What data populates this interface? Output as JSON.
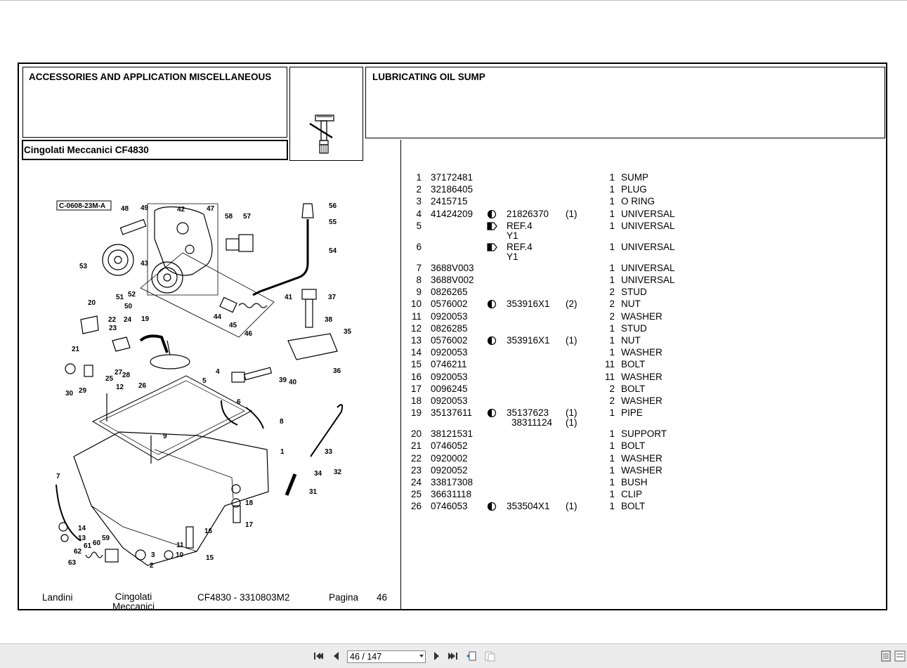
{
  "header": {
    "section_title": "ACCESSORIES AND APPLICATION MISCELLANEOUS",
    "group_title": "LUBRICATING OIL SUMP",
    "model_label": "Cingolati Meccanici CF4830"
  },
  "diagram": {
    "ref_code": "C-0608-23M-A",
    "callouts": [
      "1",
      "3",
      "4",
      "5",
      "6",
      "7",
      "8",
      "9",
      "10",
      "11",
      "12",
      "13",
      "14",
      "15",
      "16",
      "17",
      "18",
      "19",
      "20",
      "21",
      "22",
      "23",
      "24",
      "25",
      "26",
      "27",
      "28",
      "29",
      "30",
      "31",
      "32",
      "33",
      "34",
      "35",
      "36",
      "37",
      "38",
      "39",
      "40",
      "41",
      "42",
      "43",
      "44",
      "45",
      "46",
      "47",
      "48",
      "49",
      "50",
      "51",
      "52",
      "53",
      "54",
      "55",
      "56",
      "57",
      "58",
      "59",
      "60",
      "61",
      "62",
      "63"
    ]
  },
  "parts": [
    {
      "no": "1",
      "pn": "37172481",
      "alt": "",
      "ref": "",
      "qty": "1",
      "desc": "SUMP"
    },
    {
      "no": "2",
      "pn": "32186405",
      "alt": "",
      "ref": "",
      "qty": "1",
      "desc": "PLUG"
    },
    {
      "no": "3",
      "pn": "2415715",
      "alt": "",
      "ref": "",
      "qty": "1",
      "desc": "O RING"
    },
    {
      "no": "4",
      "pn": "41424209",
      "alt": "21826370",
      "ref": "(1)",
      "qty": "1",
      "desc": "UNIVERSAL",
      "sym": "circle"
    },
    {
      "no": "5",
      "pn": "",
      "alt": "REF.4",
      "alt2": "Y1",
      "ref": "",
      "qty": "1",
      "desc": "UNIVERSAL",
      "sym": "arrow"
    },
    {
      "no": "6",
      "pn": "",
      "alt": "REF.4",
      "alt2": "Y1",
      "ref": "",
      "qty": "1",
      "desc": "UNIVERSAL",
      "sym": "arrow"
    },
    {
      "no": "7",
      "pn": "3688V003",
      "alt": "",
      "ref": "",
      "qty": "1",
      "desc": "UNIVERSAL"
    },
    {
      "no": "8",
      "pn": "3688V002",
      "alt": "",
      "ref": "",
      "qty": "1",
      "desc": "UNIVERSAL"
    },
    {
      "no": "9",
      "pn": "0826265",
      "alt": "",
      "ref": "",
      "qty": "2",
      "desc": "STUD"
    },
    {
      "no": "10",
      "pn": "0576002",
      "alt": "353916X1",
      "ref": "(2)",
      "qty": "2",
      "desc": "NUT",
      "sym": "circle"
    },
    {
      "no": "11",
      "pn": "0920053",
      "alt": "",
      "ref": "",
      "qty": "2",
      "desc": "WASHER"
    },
    {
      "no": "12",
      "pn": "0826285",
      "alt": "",
      "ref": "",
      "qty": "1",
      "desc": "STUD"
    },
    {
      "no": "13",
      "pn": "0576002",
      "alt": "353916X1",
      "ref": "(1)",
      "qty": "1",
      "desc": "NUT",
      "sym": "circle"
    },
    {
      "no": "14",
      "pn": "0920053",
      "alt": "",
      "ref": "",
      "qty": "1",
      "desc": "WASHER"
    },
    {
      "no": "15",
      "pn": "0746211",
      "alt": "",
      "ref": "",
      "qty": "11",
      "desc": "BOLT"
    },
    {
      "no": "16",
      "pn": "0920053",
      "alt": "",
      "ref": "",
      "qty": "11",
      "desc": "WASHER"
    },
    {
      "no": "17",
      "pn": "0096245",
      "alt": "",
      "ref": "",
      "qty": "2",
      "desc": "BOLT"
    },
    {
      "no": "18",
      "pn": "0920053",
      "alt": "",
      "ref": "",
      "qty": "2",
      "desc": "WASHER"
    },
    {
      "no": "19",
      "pn": "35137611",
      "alt": "35137623",
      "ref": "(1)",
      "alt2": "38311124",
      "ref2": "(1)",
      "qty": "1",
      "desc": "PIPE",
      "sym": "circle"
    },
    {
      "no": "20",
      "pn": "38121531",
      "alt": "",
      "ref": "",
      "qty": "1",
      "desc": "SUPPORT"
    },
    {
      "no": "21",
      "pn": "0746052",
      "alt": "",
      "ref": "",
      "qty": "1",
      "desc": "BOLT"
    },
    {
      "no": "22",
      "pn": "0920002",
      "alt": "",
      "ref": "",
      "qty": "1",
      "desc": "WASHER"
    },
    {
      "no": "23",
      "pn": "0920052",
      "alt": "",
      "ref": "",
      "qty": "1",
      "desc": "WASHER"
    },
    {
      "no": "24",
      "pn": "33817308",
      "alt": "",
      "ref": "",
      "qty": "1",
      "desc": "BUSH"
    },
    {
      "no": "25",
      "pn": "36631118",
      "alt": "",
      "ref": "",
      "qty": "1",
      "desc": "CLIP"
    },
    {
      "no": "26",
      "pn": "0746053",
      "alt": "353504X1",
      "ref": "(1)",
      "qty": "1",
      "desc": "BOLT",
      "sym": "circle"
    }
  ],
  "footer": {
    "brand": "Landini",
    "series_line1": "Cingolati",
    "series_line2": "Meccanici",
    "doc_code": "CF4830 - 3310803M2",
    "page_label": "Pagina",
    "page_number": "46"
  },
  "toolbar": {
    "page_indicator": "46 / 147"
  }
}
